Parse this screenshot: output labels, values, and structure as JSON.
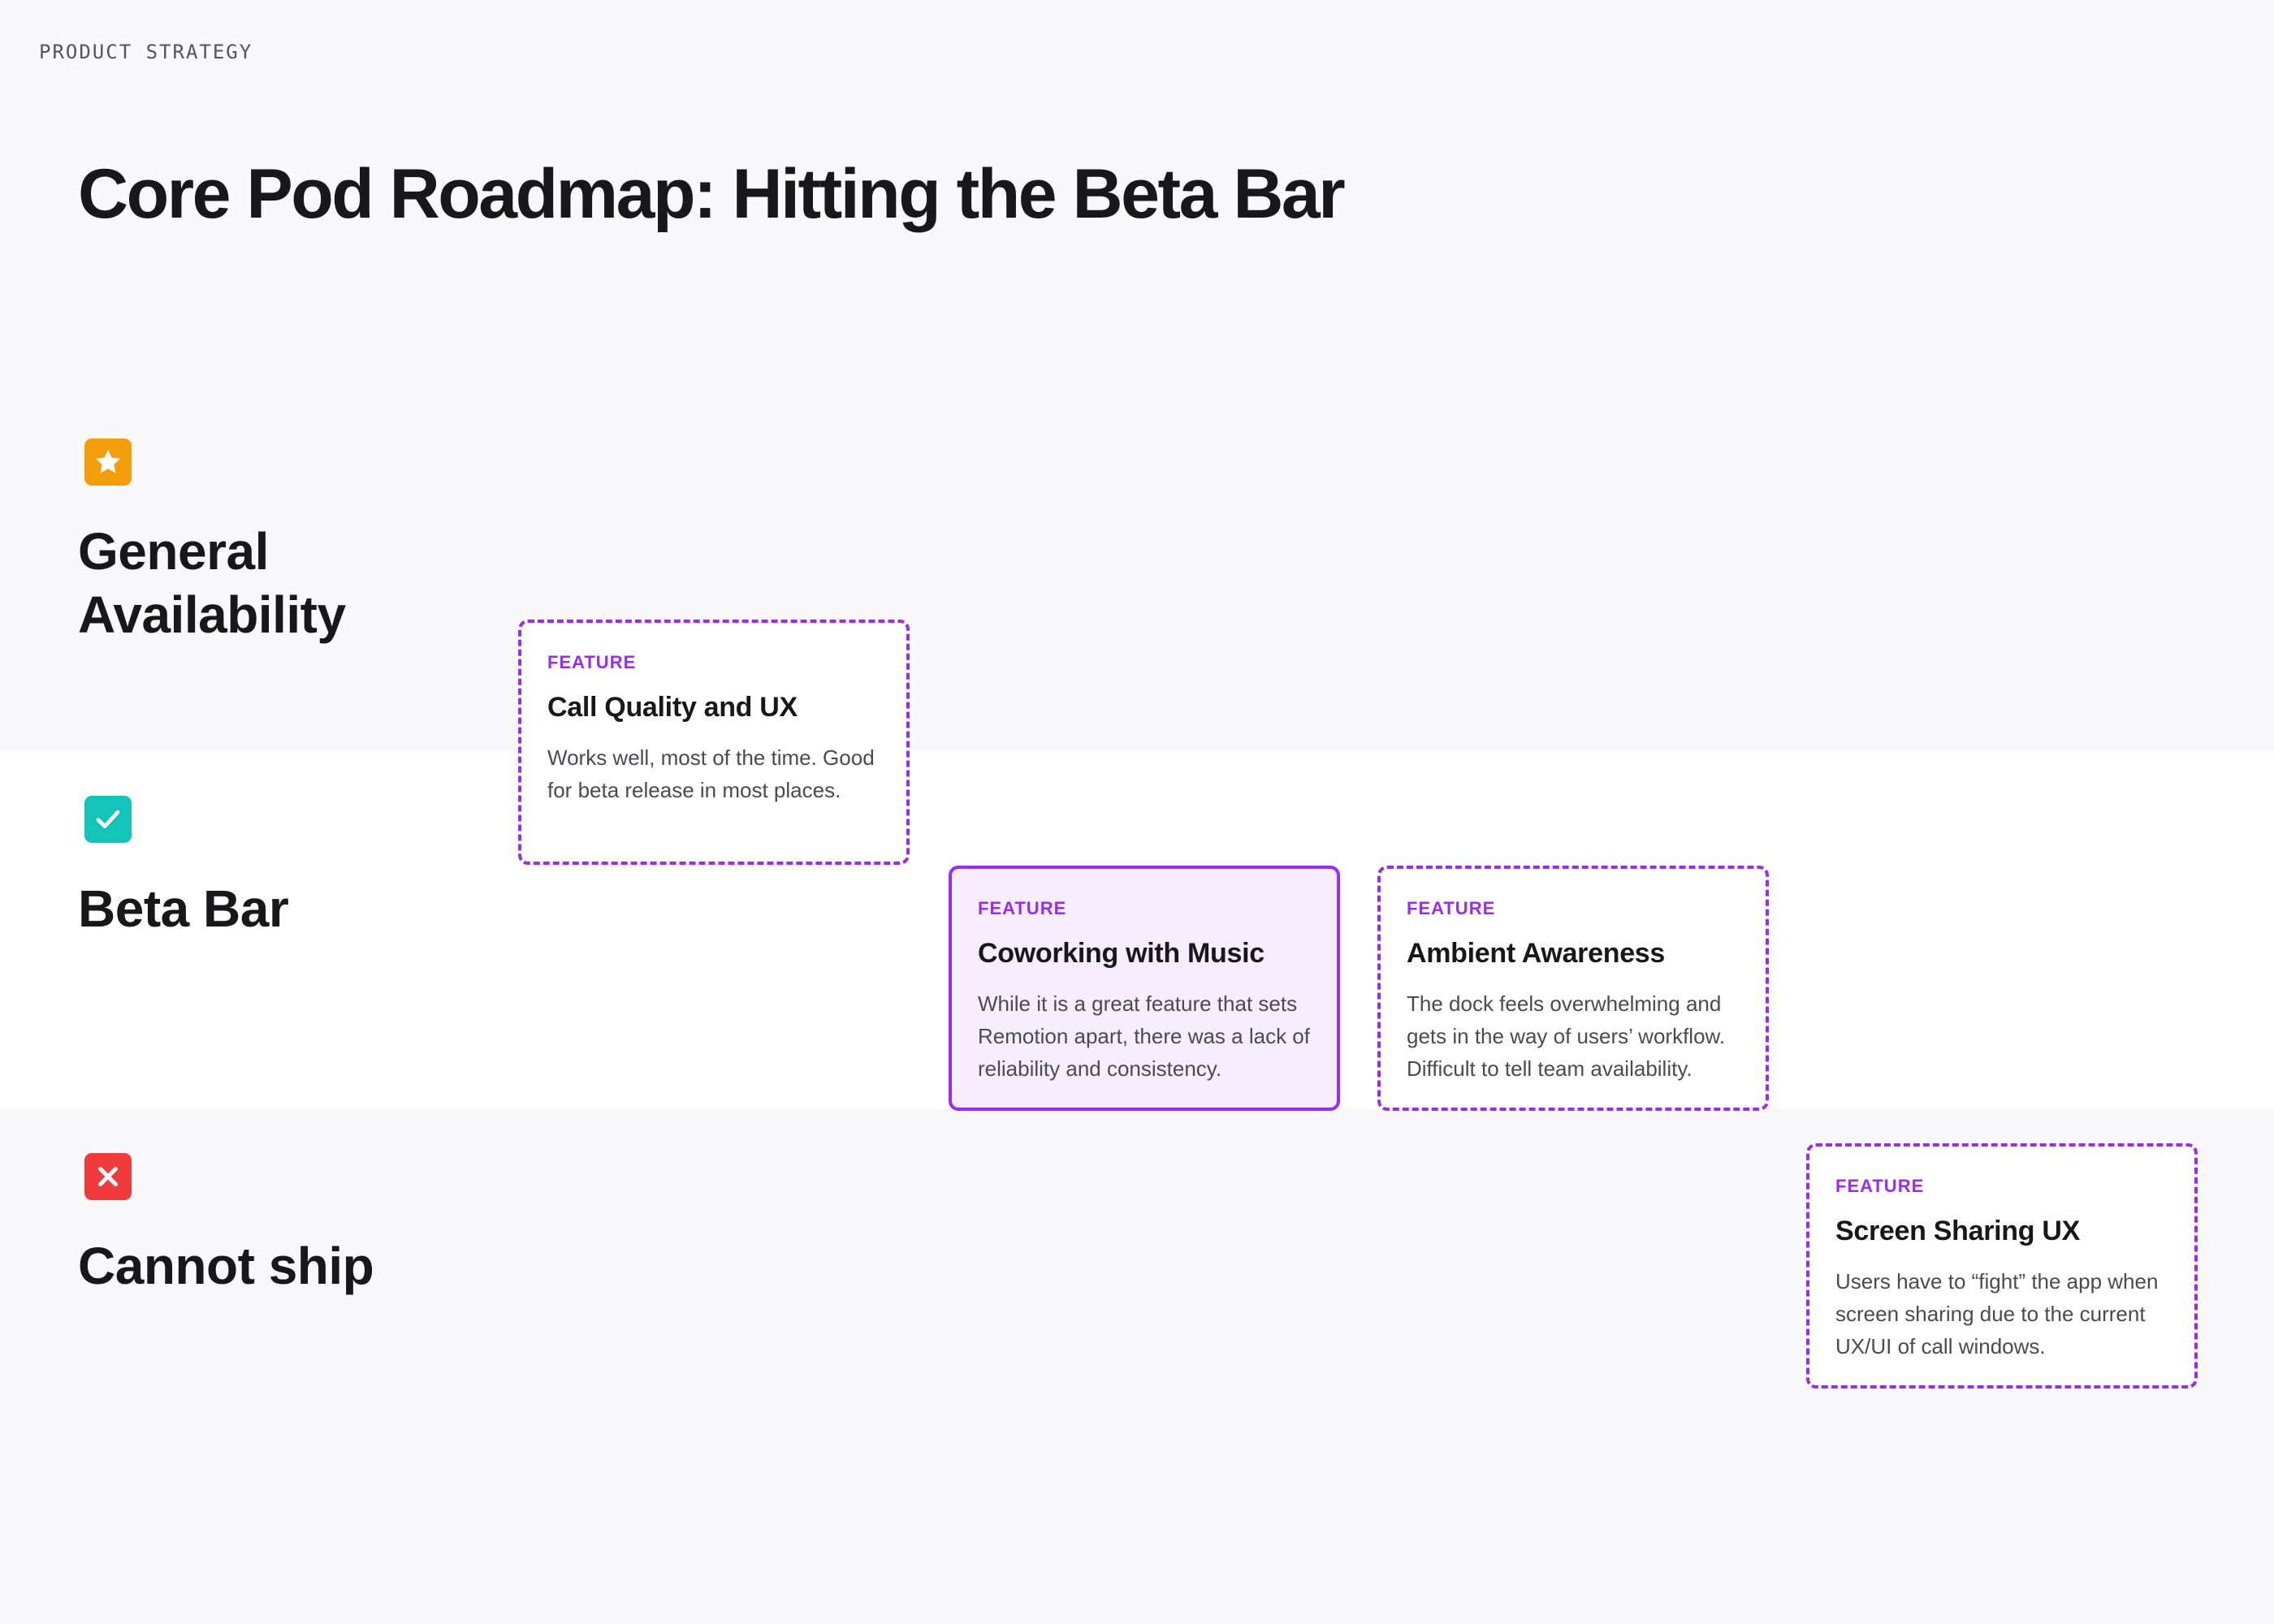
{
  "overline": "PRODUCT STRATEGY",
  "title": "Core Pod Roadmap: Hitting the Beta Bar",
  "tiers": [
    {
      "label": "General Availability",
      "icon": "star-icon",
      "color": "#f59e0b"
    },
    {
      "label": "Beta Bar",
      "icon": "check-icon",
      "color": "#14c4b8"
    },
    {
      "label": "Cannot ship",
      "icon": "x-icon",
      "color": "#ef3b3b"
    }
  ],
  "cards": [
    {
      "tag": "FEATURE",
      "title": "Call Quality and UX",
      "body": "Works well, most of the time. Good for beta release in most places.",
      "style": "dashed"
    },
    {
      "tag": "FEATURE",
      "title": "Coworking with Music",
      "body": "While it is a great feature that sets Remotion apart, there was a lack of reliability and consistency.",
      "style": "solid"
    },
    {
      "tag": "FEATURE",
      "title": "Ambient Awareness",
      "body": "The dock feels overwhelming and gets in the way of users’ workflow. Difficult to tell team availability.",
      "style": "dashed"
    },
    {
      "tag": "FEATURE",
      "title": "Screen Sharing UX",
      "body": "Users have to “fight” the app when screen sharing due to the current UX/UI of call windows.",
      "style": "dashed"
    }
  ],
  "colors": {
    "accent": "#9b2bf0",
    "highlight_bg": "#f6eefe"
  }
}
